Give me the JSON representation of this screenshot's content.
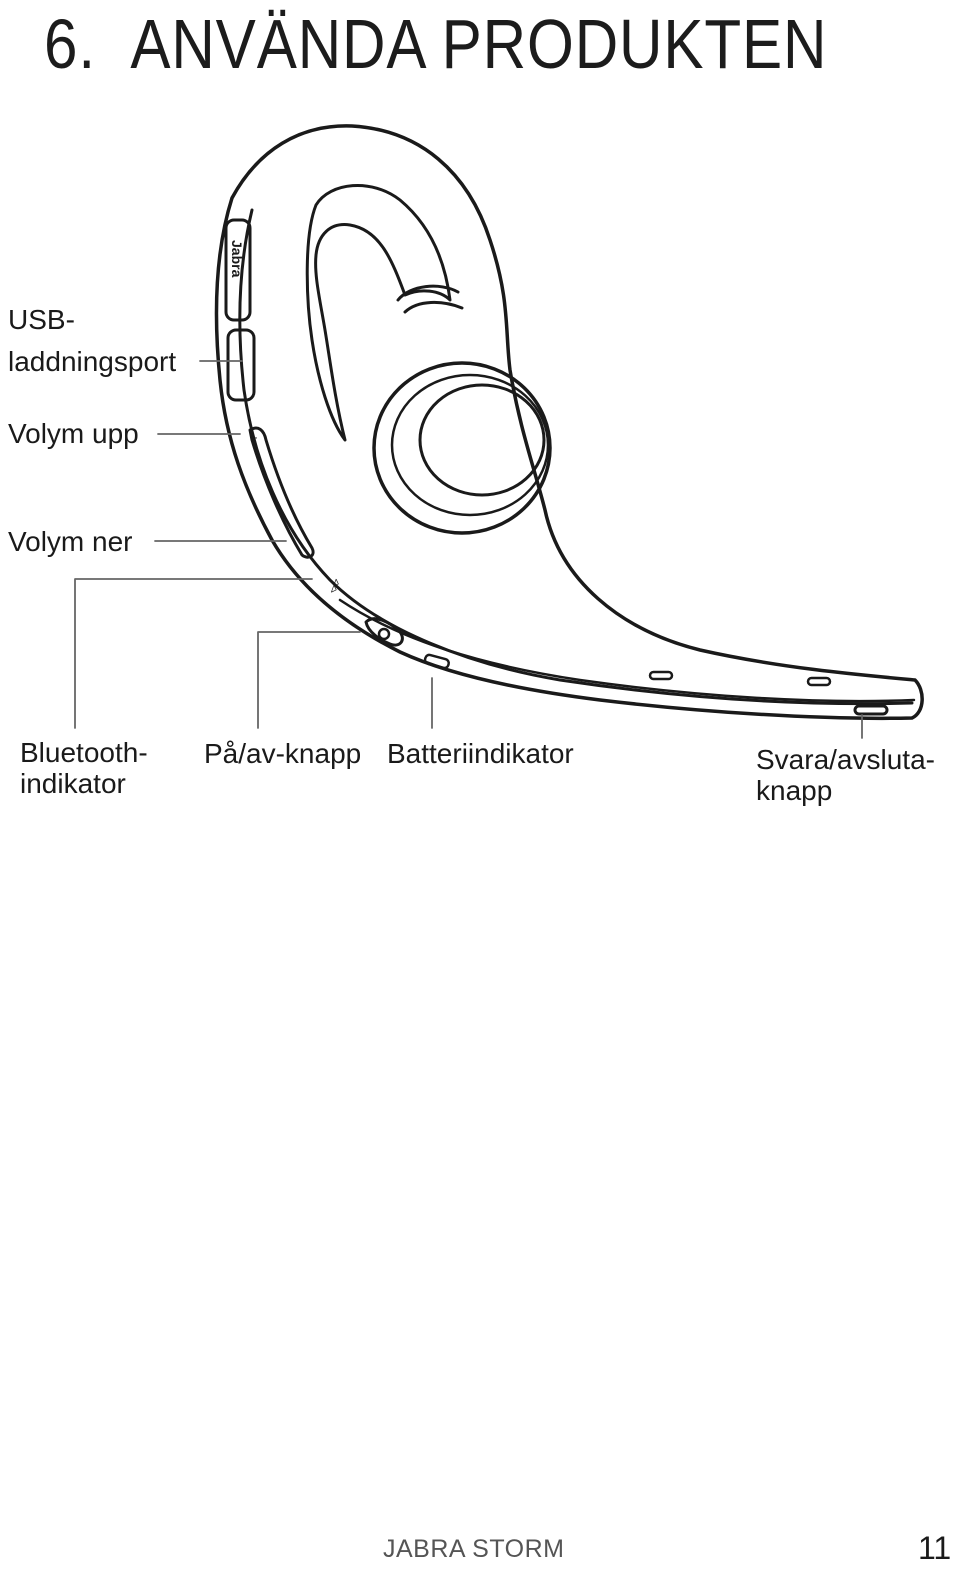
{
  "heading": {
    "number": "6.",
    "text": "ANVÄNDA PRODUKTEN"
  },
  "callouts": {
    "usb_line1": "USB-",
    "usb_line2": "laddningsport",
    "volume_up": "Volym upp",
    "volume_down": "Volym ner",
    "bluetooth_line1": "Bluetooth-",
    "bluetooth_line2": "indikator",
    "power": "På/av-knapp",
    "battery": "Batteriindikator",
    "answer_line1": "Svara/avsluta-",
    "answer_line2": "knapp"
  },
  "device": {
    "logo_text": "Jabra"
  },
  "footer": {
    "product": "JABRA STORM",
    "page": "11"
  }
}
